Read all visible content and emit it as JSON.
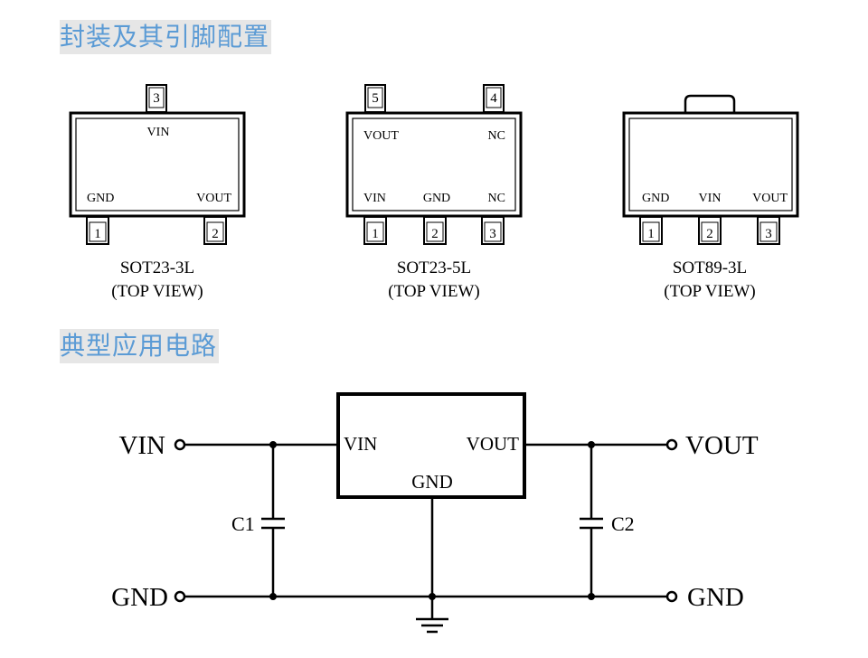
{
  "headings": {
    "package": "封装及其引脚配置",
    "circuit": "典型应用电路"
  },
  "packages": [
    {
      "caption": "SOT23-3L",
      "view": "(TOP VIEW)",
      "top_pins": [
        "3"
      ],
      "top_labels": [
        "VIN"
      ],
      "bottom_pins": [
        "1",
        "2"
      ],
      "bottom_labels": [
        "GND",
        "VOUT"
      ]
    },
    {
      "caption": "SOT23-5L",
      "view": "(TOP VIEW)",
      "top_pins": [
        "5",
        "4"
      ],
      "top_labels": [
        "VOUT",
        "NC"
      ],
      "bottom_pins": [
        "1",
        "2",
        "3"
      ],
      "bottom_labels": [
        "VIN",
        "GND",
        "NC"
      ]
    },
    {
      "caption": "SOT89-3L",
      "view": "(TOP VIEW)",
      "top_pins": [],
      "top_labels": [],
      "bottom_pins": [
        "1",
        "2",
        "3"
      ],
      "bottom_labels": [
        "GND",
        "VIN",
        "VOUT"
      ]
    }
  ],
  "circuit": {
    "vin_label": "VIN",
    "gnd_left_label": "GND",
    "vout_label": "VOUT",
    "gnd_right_label": "GND",
    "ic_vin": "VIN",
    "ic_vout": "VOUT",
    "ic_gnd": "GND",
    "c1_label": "C1",
    "c2_label": "C2"
  }
}
